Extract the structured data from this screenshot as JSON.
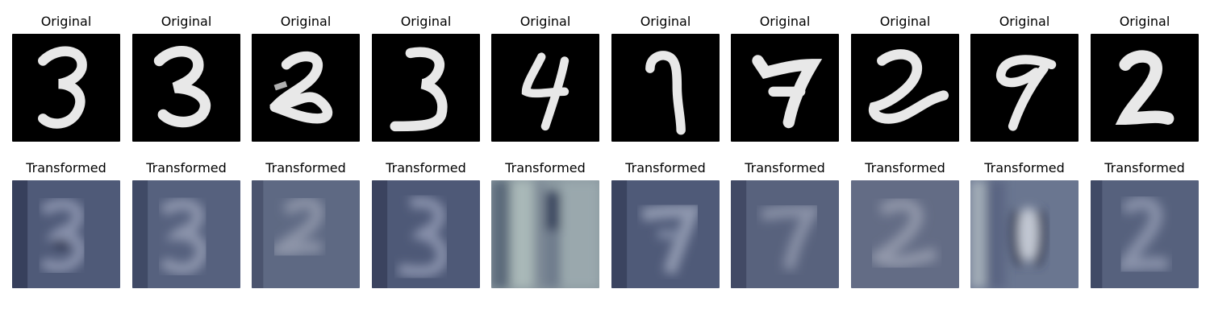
{
  "figure": {
    "original_label": "Original",
    "transformed_label": "Transformed",
    "columns": [
      {
        "digit": "3",
        "original_label": "Original",
        "transformed_label": "Transformed"
      },
      {
        "digit": "3",
        "original_label": "Original",
        "transformed_label": "Transformed"
      },
      {
        "digit": "2",
        "original_label": "Original",
        "transformed_label": "Transformed"
      },
      {
        "digit": "3",
        "original_label": "Original",
        "transformed_label": "Transformed"
      },
      {
        "digit": "4",
        "original_label": "Original",
        "transformed_label": "Transformed"
      },
      {
        "digit": "7",
        "original_label": "Original",
        "transformed_label": "Transformed"
      },
      {
        "digit": "7",
        "original_label": "Original",
        "transformed_label": "Transformed"
      },
      {
        "digit": "2",
        "original_label": "Original",
        "transformed_label": "Transformed"
      },
      {
        "digit": "9",
        "original_label": "Original",
        "transformed_label": "Transformed"
      },
      {
        "digit": "2",
        "original_label": "Original",
        "transformed_label": "Transformed"
      }
    ]
  },
  "colors": {
    "original_background": "#000000",
    "original_stroke": "#e8e8e8",
    "transformed_base": "#5a6685",
    "transformed_shadow": "#2e3550",
    "transformed_highlight": "#a8afbe"
  }
}
